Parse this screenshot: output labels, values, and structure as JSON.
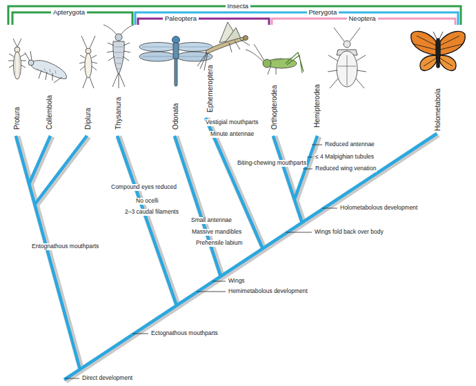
{
  "diagram": {
    "labels": [
      "Insecta",
      "Apterygota",
      "Paleoptera",
      "Pterygota",
      "Neoptera",
      "Protura",
      "Collembola",
      "Diplura",
      "Thysanura",
      "Odonata",
      "Ephemeroptera",
      "Orthopterodea",
      "Hemipterodea",
      "Holometabola",
      "Entognathous mouthparts",
      "Compound eyes reduced",
      "No ocelli",
      "2–3 caudal filaments",
      "Small antennae",
      "Massive mandibles",
      "Prehensile labium",
      "Vestigial mouthparts",
      "Minute antennae",
      "Biting-chewing mouthparts",
      "Reduced antennae",
      "≤ 4 Malpighian tubules",
      "Reduced wing venation",
      "Holometabolous development",
      "Wings fold back over body",
      "Wings",
      "Hemimetabolous development",
      "Ectognathous mouthparts",
      "Direct development"
    ]
  }
}
